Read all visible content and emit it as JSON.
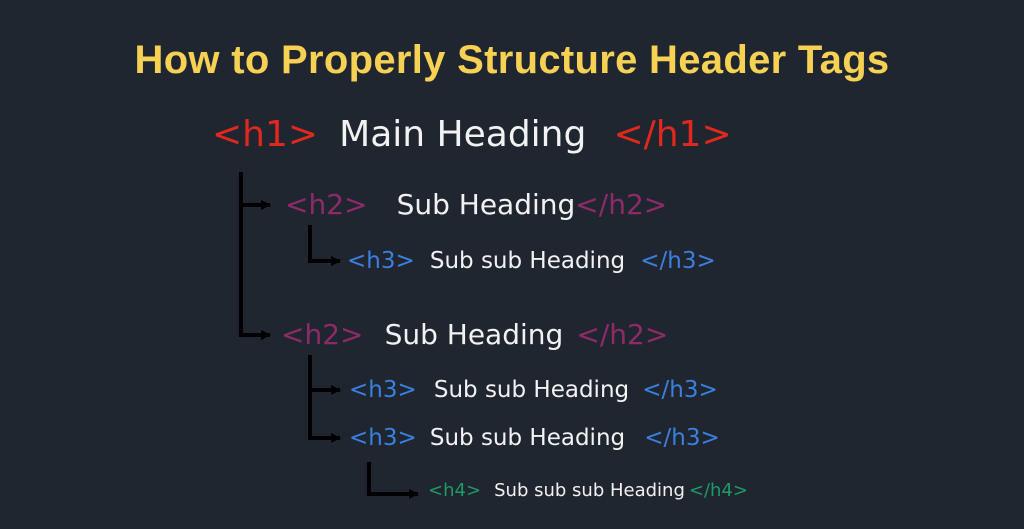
{
  "title": "How to Properly Structure Header Tags",
  "colors": {
    "title": "#f7d154",
    "h1_tag": "#e0281e",
    "h2_tag": "#8e2a6a",
    "h3_tag": "#3b7fe0",
    "h4_tag": "#1f9a66",
    "text": "#f2f2f2",
    "background": "#1f2630"
  },
  "rows": {
    "h1": {
      "open": "<h1>",
      "text": "Main Heading",
      "close": "</h1>"
    },
    "h2_a": {
      "open": "<h2>",
      "text": "Sub Heading",
      "close": "</h2>"
    },
    "h3_a": {
      "open": "<h3>",
      "text": "Sub sub Heading",
      "close": "</h3>"
    },
    "h2_b": {
      "open": "<h2>",
      "text": "Sub Heading",
      "close": "</h2>"
    },
    "h3_b": {
      "open": "<h3>",
      "text": "Sub sub Heading",
      "close": "</h3>"
    },
    "h3_c": {
      "open": "<h3>",
      "text": "Sub sub Heading",
      "close": "</h3>"
    },
    "h4_a": {
      "open": "<h4>",
      "text": "Sub sub sub Heading",
      "close": "</h4>"
    }
  }
}
